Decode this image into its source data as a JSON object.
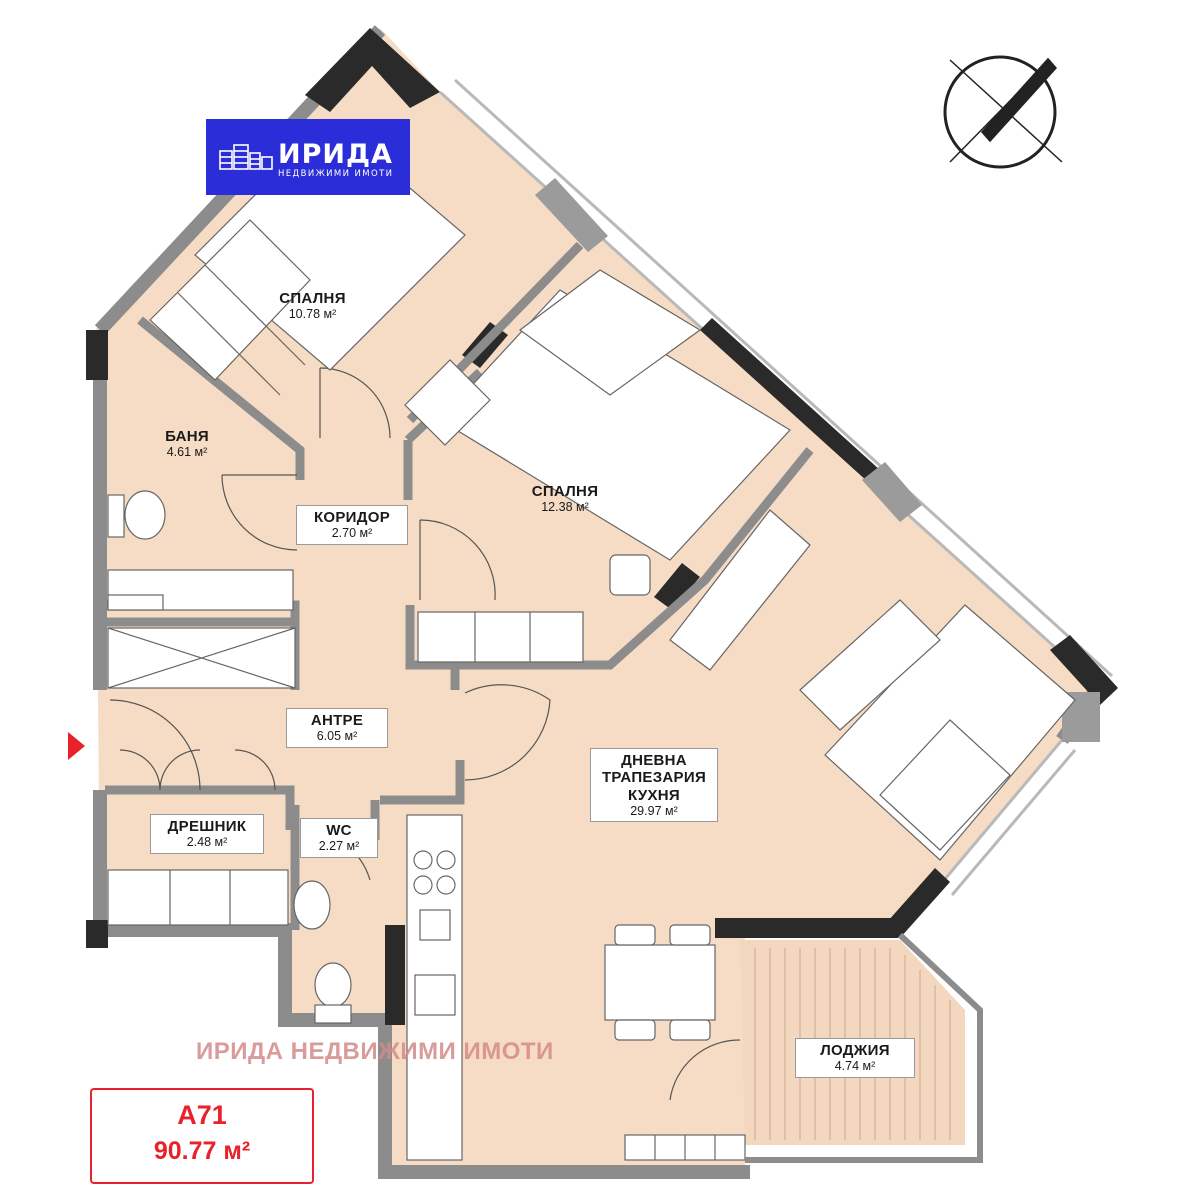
{
  "logo": {
    "name": "ИРИДА",
    "subtitle": "НЕДВИЖИМИ ИМОТИ"
  },
  "watermark": "ИРИДА НЕДВИЖИМИ ИМОТИ",
  "unit": {
    "code": "А71",
    "total_area": "90.77 м²"
  },
  "rooms": {
    "bedroom_1": {
      "name": "СПАЛНЯ",
      "area": "10.78 м²"
    },
    "bathroom": {
      "name": "БАНЯ",
      "area": "4.61 м²"
    },
    "corridor": {
      "name": "КОРИДОР",
      "area": "2.70 м²"
    },
    "bedroom_2": {
      "name": "СПАЛНЯ",
      "area": "12.38 м²"
    },
    "hall": {
      "name": "АНТРЕ",
      "area": "6.05 м²"
    },
    "living": {
      "name_line1": "ДНЕВНА",
      "name_line2": "ТРАПЕЗАРИЯ",
      "name_line3": "КУХНЯ",
      "area": "29.97 м²"
    },
    "wardrobe": {
      "name": "ДРЕШНИК",
      "area": "2.48 м²"
    },
    "wc": {
      "name": "WC",
      "area": "2.27 м²"
    },
    "loggia": {
      "name": "ЛОДЖИЯ",
      "area": "4.74 м²"
    }
  },
  "colors": {
    "floor": "#f6dcc4",
    "wall": "#8c8c8c",
    "column": "#2a2a2a",
    "logo_bg": "#2b2ed8",
    "accent_red": "#e8212a",
    "watermark": "#d48a8a"
  },
  "icons": [
    "entrance-arrow-icon",
    "north-compass-icon",
    "building-logo-icon"
  ]
}
